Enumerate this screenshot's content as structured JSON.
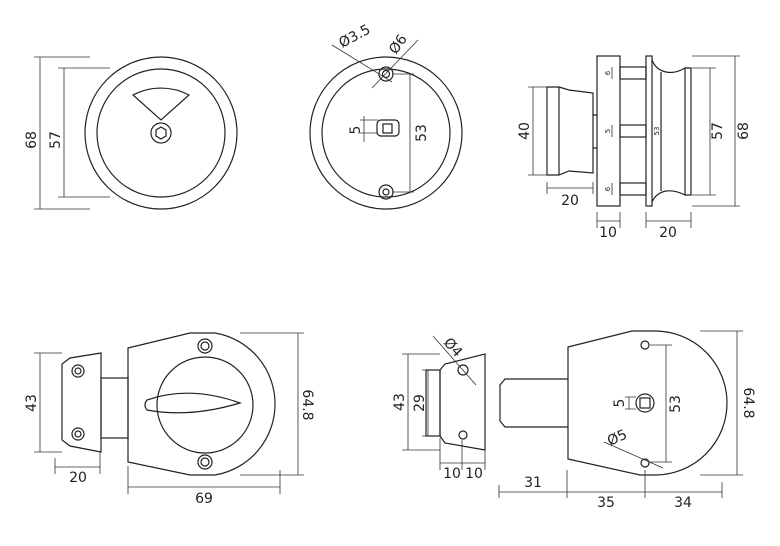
{
  "front_view": {
    "dim_outer": "68",
    "dim_inner": "57"
  },
  "back_view": {
    "dim_hole_small": "Ø3.5",
    "dim_hole_large": "Ø6",
    "dim_square": "5",
    "dim_hole_spacing": "53"
  },
  "side_view": {
    "dim_knob_height": "40",
    "dim_knob_depth": "20",
    "dim_plate_thickness": "10",
    "dim_rose_depth": "20",
    "dim_inner": "57",
    "dim_outer": "68",
    "dim_pin_top": "6",
    "dim_pin_mid": "5",
    "dim_pin_bottom": "6",
    "dim_pin_spacing": "53"
  },
  "lock_front_view": {
    "dim_keeper_height": "43",
    "dim_keeper_width": "20",
    "dim_body_width": "69",
    "dim_body_height": "64.8"
  },
  "lock_back_view": {
    "dim_keeper_height": "43",
    "dim_keeper_inner": "29",
    "dim_keeper_hole": "Ø4",
    "dim_keeper_w1": "10",
    "dim_keeper_w2": "10",
    "dim_bolt": "31",
    "dim_to_spindle": "35",
    "dim_spindle_to_edge": "34",
    "dim_square": "5",
    "dim_hole_spacing": "53",
    "dim_body_hole": "Ø5",
    "dim_body_height": "64.8"
  }
}
